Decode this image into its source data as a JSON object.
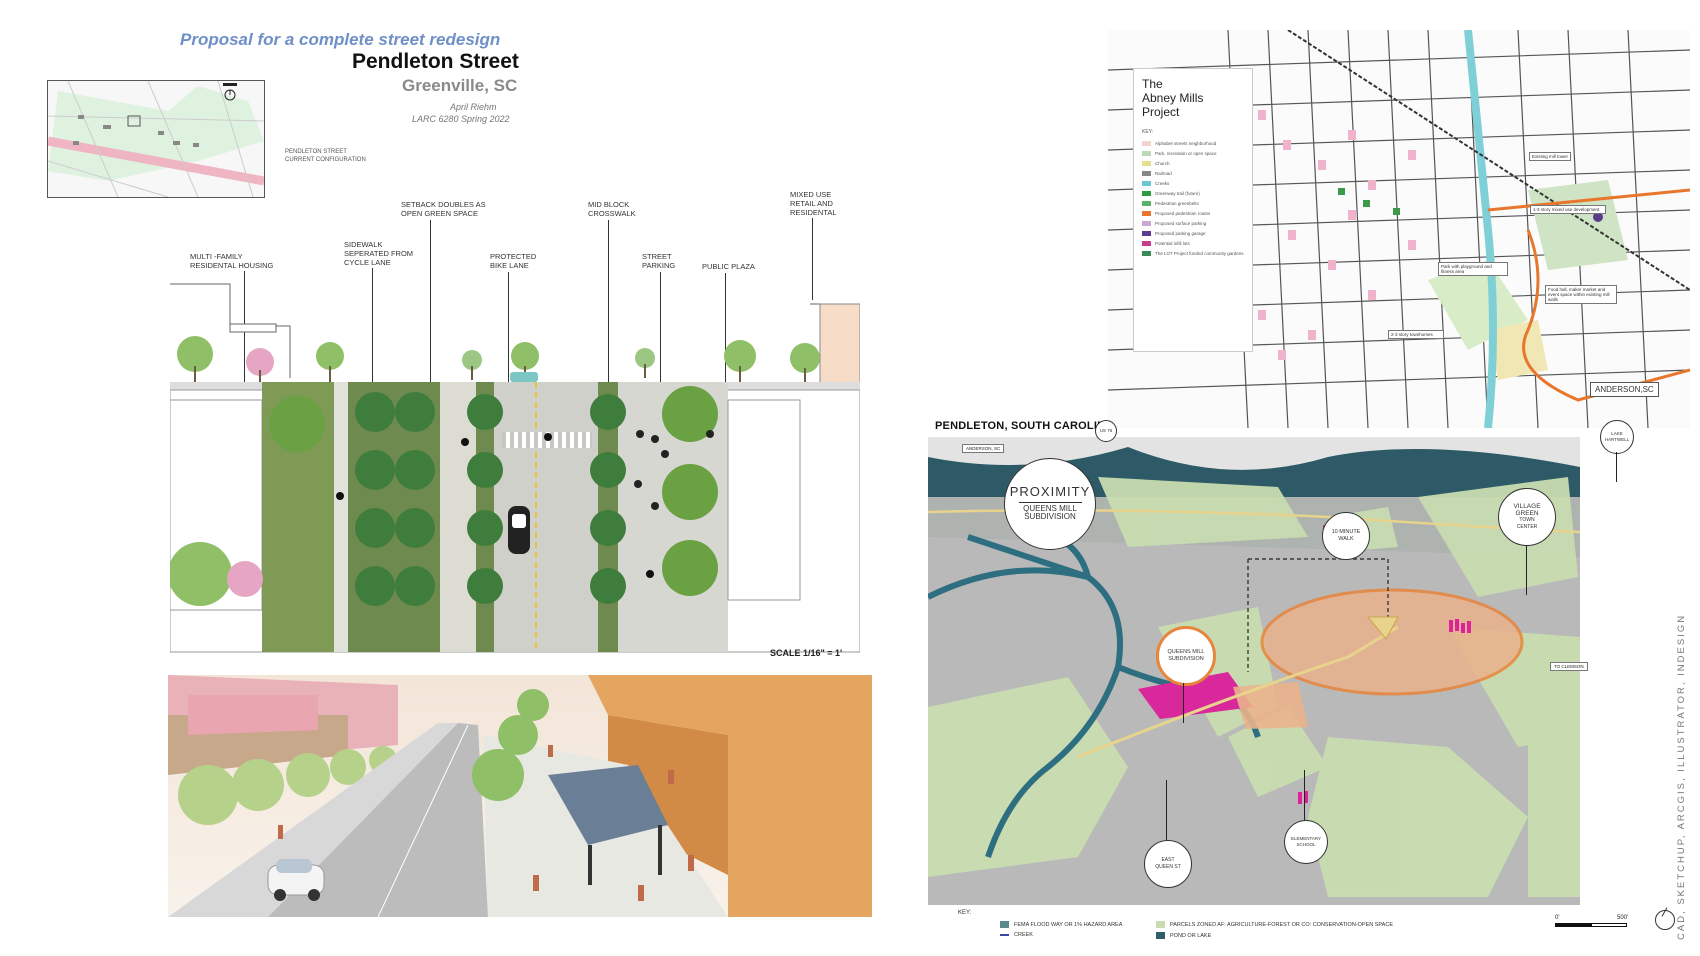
{
  "header": {
    "subtitle": "Proposal for a complete street redesign",
    "title": "Pendleton Street",
    "city": "Greenville, SC",
    "author": "April Riehm",
    "course": "LARC 6280 Spring 2022"
  },
  "locator": {
    "label_line1": "PENDLETON STREET",
    "label_line2": "CURRENT CONFIGURATION"
  },
  "section_plan": {
    "callouts": [
      {
        "id": "multifamily",
        "lines": [
          "MULTI -FAMILY",
          "RESIDENTAL HOUSING"
        ]
      },
      {
        "id": "sidewalk",
        "lines": [
          "SIDEWALK",
          "SEPERATED FROM",
          "CYCLE LANE"
        ]
      },
      {
        "id": "setback",
        "lines": [
          "SETBACK DOUBLES AS",
          "OPEN GREEN SPACE"
        ]
      },
      {
        "id": "bike",
        "lines": [
          "PROTECTED",
          "BIKE LANE"
        ]
      },
      {
        "id": "crosswalk",
        "lines": [
          "MID BLOCK",
          "CROSSWALK"
        ]
      },
      {
        "id": "parking",
        "lines": [
          "STREET",
          "PARKING"
        ]
      },
      {
        "id": "plaza",
        "lines": [
          "PUBLIC PLAZA"
        ]
      },
      {
        "id": "mixed",
        "lines": [
          "MIXED USE",
          "RETAIL AND",
          "RESIDENTAL"
        ]
      }
    ],
    "scale": "SCALE 1/16\" = 1'"
  },
  "abney_map": {
    "title_line1": "The",
    "title_line2": "Abney Mills",
    "title_line3": "Project",
    "key_label": "KEY:",
    "key_items": [
      {
        "label": "Alphabet streets neighborhood",
        "color": "#f4d2ce"
      },
      {
        "label": "Park, recreation or open space",
        "color": "#bcd8b5"
      },
      {
        "label": "Church",
        "color": "#e6e08c"
      },
      {
        "label": "Railroad",
        "color": "#888888"
      },
      {
        "label": "Creeks",
        "color": "#6cc7d0"
      },
      {
        "label": "Greenway trail (future)",
        "color": "#2d9a3e"
      },
      {
        "label": "Pedestrian greenbelts",
        "color": "#5bb36a"
      },
      {
        "label": "Proposed pedestrian routes",
        "color": "#e8762c"
      },
      {
        "label": "Proposed surface parking",
        "color": "#c9a9d6"
      },
      {
        "label": "Proposed parking garage",
        "color": "#5a3c8c"
      },
      {
        "label": "Potential infill lots",
        "color": "#c83c8c"
      },
      {
        "label": "The LOT Project funded community gardens",
        "color": "#3a8a5a"
      }
    ],
    "notes": [
      "Existing mill tower",
      "1-3 story mixed use development",
      "Park with playground and fitness area",
      "Food hall, maker market and event space within existing mill walls",
      "2-3 story townhomes"
    ],
    "anderson": "ANDERSON,SC"
  },
  "aerial": {
    "title": "PENDLETON, SOUTH CAROLINA",
    "proximity_title": "PROXIMITY",
    "proximity_sub1": "QUEENS MILL",
    "proximity_sub2": "SUBDIVISION",
    "labels": {
      "walk": [
        "10 MINUTE",
        "WALK"
      ],
      "village": [
        "VILLAGE",
        "GREEN",
        "TOWN",
        "CENTER"
      ],
      "queens": [
        "QUEENS MILL",
        "SUBDIVISION"
      ],
      "school": [
        "ELEMENTARY",
        "SCHOOL"
      ],
      "east": [
        "EAST",
        "QUEEN ST"
      ],
      "lake": [
        "LAKE",
        "HARTWELL"
      ],
      "anderson_tag": "ANDERSON, SC",
      "clemson_tag": "TO CLEMSON",
      "hwy": "US 76"
    }
  },
  "aerial_key": {
    "title": "KEY:",
    "items": [
      {
        "label": "FEMA FLOOD WAY OR 1% HAZARD AREA",
        "color": "#5a8a8c"
      },
      {
        "label": "CREEK",
        "color": "#3a4aa0"
      },
      {
        "label": "PARCELS ZONED AF: AGRICULTURE-FOREST OR CO: CONSERVATION-OPEN SPACE",
        "color": "#c8dcb0"
      },
      {
        "label": "POND OR LAKE",
        "color": "#2f5d6a"
      }
    ],
    "scale_start": "0'",
    "scale_end": "500'"
  },
  "credit": "CAD, SKETCHUP, ARCGIS, ILLUSTRATOR, INDESIGN"
}
